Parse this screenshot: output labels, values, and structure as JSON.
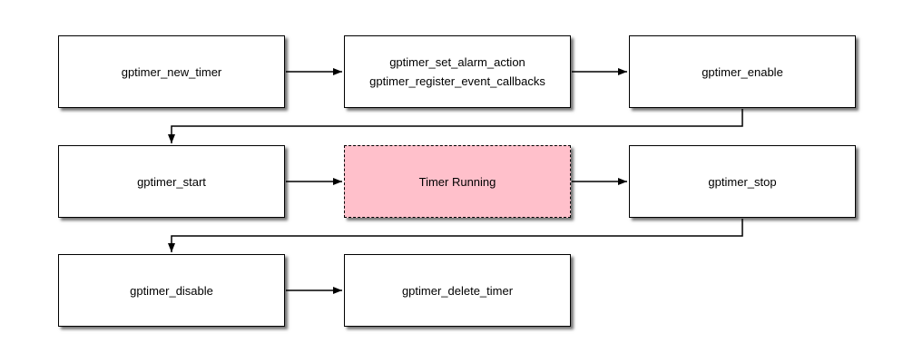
{
  "diagram": {
    "type": "flowchart",
    "background": "#ffffff",
    "colors": {
      "node_fill": "#ffffff",
      "node_border": "#000000",
      "running_state_fill": "#ffc0cb",
      "arrow": "#000000",
      "text": "#000000"
    },
    "nodes": [
      {
        "id": "gptimer_new_timer",
        "label": "gptimer_new_timer"
      },
      {
        "id": "configure",
        "lines": [
          "gptimer_set_alarm_action",
          "gptimer_register_event_callbacks"
        ]
      },
      {
        "id": "gptimer_enable",
        "label": "gptimer_enable"
      },
      {
        "id": "gptimer_start",
        "label": "gptimer_start"
      },
      {
        "id": "timer_running",
        "label": "Timer Running",
        "style": "pink-dashed"
      },
      {
        "id": "gptimer_stop",
        "label": "gptimer_stop"
      },
      {
        "id": "gptimer_disable",
        "label": "gptimer_disable"
      },
      {
        "id": "gptimer_delete_timer",
        "label": "gptimer_delete_timer"
      }
    ],
    "edges": [
      {
        "from": "gptimer_new_timer",
        "to": "configure"
      },
      {
        "from": "configure",
        "to": "gptimer_enable"
      },
      {
        "from": "gptimer_enable",
        "to": "gptimer_start"
      },
      {
        "from": "gptimer_start",
        "to": "timer_running"
      },
      {
        "from": "timer_running",
        "to": "gptimer_stop"
      },
      {
        "from": "gptimer_stop",
        "to": "gptimer_disable"
      },
      {
        "from": "gptimer_disable",
        "to": "gptimer_delete_timer"
      }
    ]
  }
}
